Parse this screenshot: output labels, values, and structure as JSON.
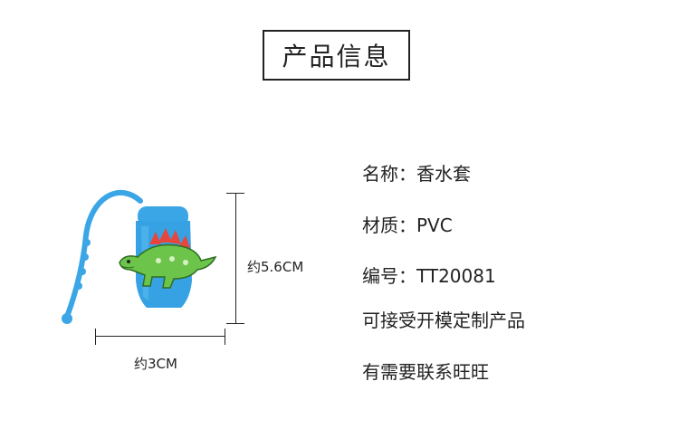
{
  "title": "产品信息",
  "info": {
    "name": "名称：香水套",
    "material": "材质：PVC",
    "code": "编号：TT20081",
    "custom": "可接受开模定制产品",
    "contact": "有需要联系旺旺"
  },
  "dimensions": {
    "height": "约5.6CM",
    "width": "约3CM"
  },
  "colors": {
    "sleeve": "#3aa6e6",
    "dinosaur": "#6cc54a",
    "spikes": "#e8453c"
  }
}
